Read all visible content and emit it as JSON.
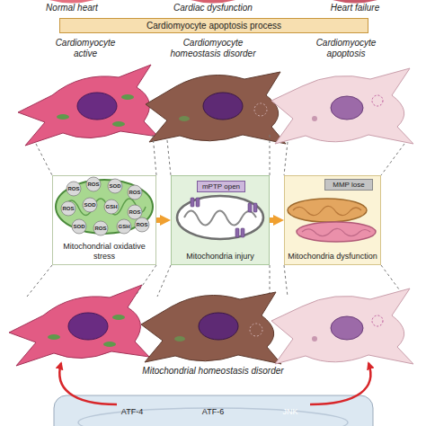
{
  "diagram": {
    "nodes": [
      {
        "text": [
          "Cardiomyocyte apoptosis process"
        ]
      },
      {
        "text": [
          "Mitochondrial oxidative stress"
        ]
      },
      {
        "text": [
          "Mitochondria injury"
        ]
      },
      {
        "text": [
          "mPTP open"
        ],
        "in": 2
      },
      {
        "text": [
          "Mitochondria dysfunction"
        ]
      },
      {
        "text": [
          "MMP lose"
        ],
        "in": 4
      },
      {
        "text": [
          "ATF-4"
        ]
      },
      {
        "text": [
          "ATF-6"
        ]
      },
      {
        "text": [
          "JNK"
        ]
      }
    ],
    "edges": [
      {
        "from": 1,
        "to": 2,
        "arrow": "to"
      },
      {
        "from": 2,
        "to": 4,
        "arrow": "to"
      }
    ],
    "labels": [
      "Normal heart",
      "Cardiac dysfunction",
      "Heart failure",
      "Cardiomyocyte active",
      "Cardiomyocyte homeostasis disorder",
      "Cardiomyocyte apoptosis",
      "ROS",
      "ROS",
      "SOD",
      "ROS",
      "ROS",
      "SOD",
      "GSH",
      "ROS",
      "SOD",
      "ROS",
      "GSH",
      "ROS",
      "Mitochondrial homeostasis disorder"
    ]
  }
}
